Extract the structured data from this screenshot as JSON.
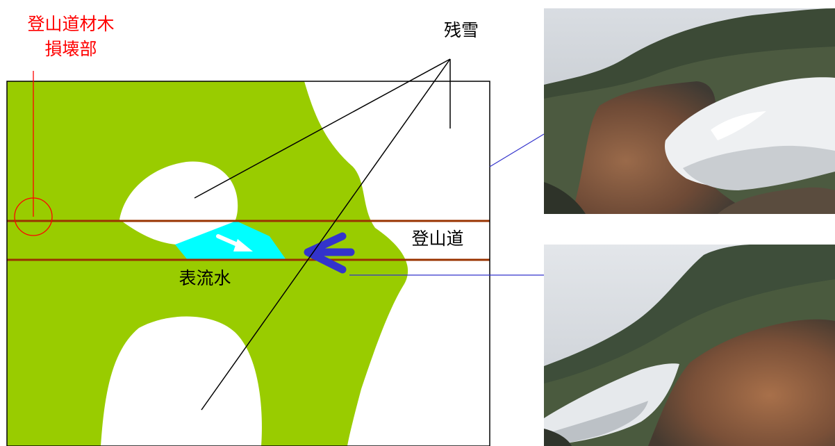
{
  "labels": {
    "damage": [
      "登山道材木",
      "損壊部"
    ],
    "snow": "残雪",
    "trail": "登山道",
    "surface_water": "表流水"
  },
  "colors": {
    "vegetation": "#99cc00",
    "snow": "#ffffff",
    "water": "#00ffff",
    "trail_line": "#993300",
    "damage_marker": "#ff0000",
    "flow_arrow": "#3333cc",
    "leader_line": "#000000",
    "photo_link": "#3333cc"
  },
  "photos": [
    {
      "name": "photo-top",
      "description_icon": "snowfield-photo-icon"
    },
    {
      "name": "photo-bottom",
      "description_icon": "snowfield-photo-icon"
    }
  ]
}
